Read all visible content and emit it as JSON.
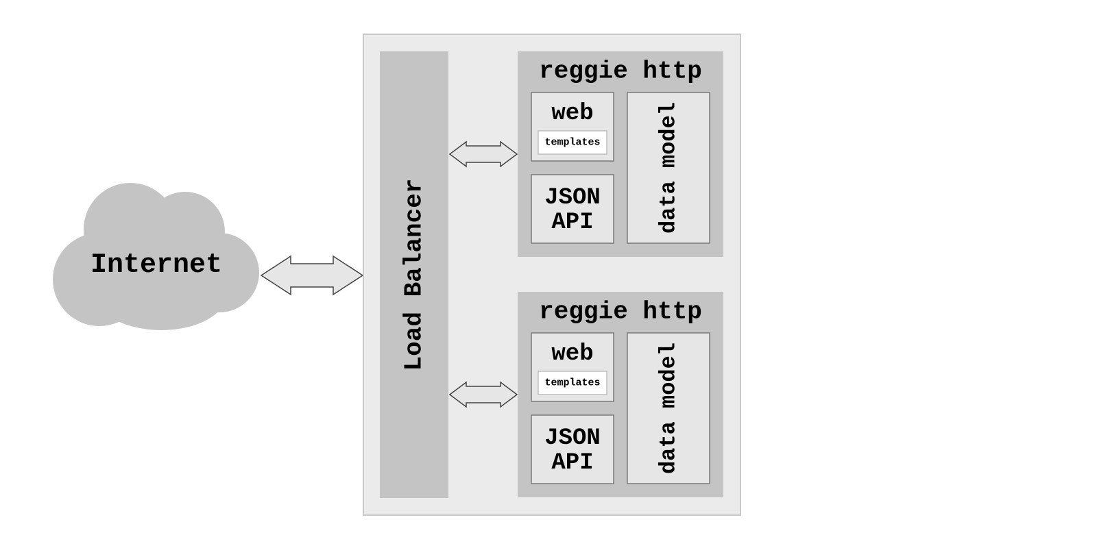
{
  "colors": {
    "background": "#ffffff",
    "container": "#ebebeb",
    "container_border": "#c8c8c8",
    "panel": "#c4c4c4",
    "box": "#e6e6e6",
    "box_border": "#7a7a7a",
    "templates_box": "#ffffff",
    "arrow_fill": "#e6e6e6",
    "arrow_stroke": "#444444",
    "text": "#000000"
  },
  "internet": {
    "label": "Internet",
    "icon": "cloud-icon"
  },
  "load_balancer": {
    "label": "Load Balancer"
  },
  "servers": [
    {
      "title": "reggie http",
      "web_label": "web",
      "templates_label": "templates",
      "json_line1": "JSON",
      "json_line2": "API",
      "data_model_label": "data model"
    },
    {
      "title": "reggie http",
      "web_label": "web",
      "templates_label": "templates",
      "json_line1": "JSON",
      "json_line2": "API",
      "data_model_label": "data model"
    }
  ],
  "connectors": [
    {
      "from": "Internet",
      "to": "Load Balancer",
      "direction": "bidirectional"
    },
    {
      "from": "Load Balancer",
      "to": "reggie http",
      "direction": "bidirectional"
    },
    {
      "from": "Load Balancer",
      "to": "reggie http",
      "direction": "bidirectional"
    }
  ]
}
